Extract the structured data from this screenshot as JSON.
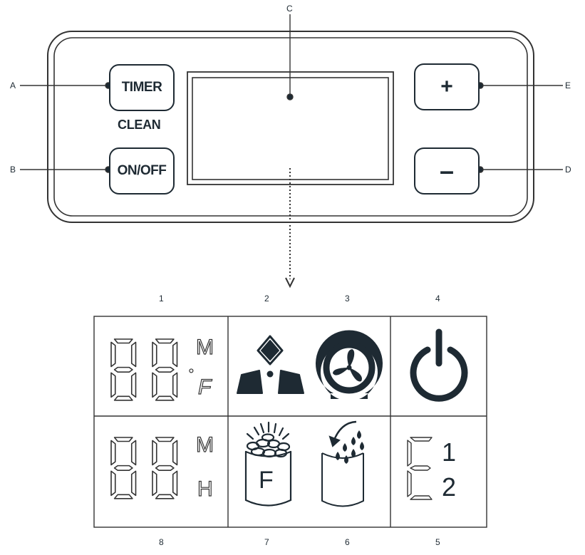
{
  "panel": {
    "timer_label": "TIMER",
    "clean_label": "CLEAN",
    "onoff_label": "ON/OFF",
    "plus_label": "+",
    "minus_label": "–"
  },
  "callouts": {
    "a": "A",
    "b": "B",
    "c": "C",
    "d": "D",
    "e": "E"
  },
  "display_grid": {
    "top_numbers": [
      "1",
      "2",
      "3",
      "4"
    ],
    "bottom_numbers": [
      "8",
      "7",
      "6",
      "5"
    ],
    "cell1": {
      "digits": "88",
      "unit_top": "M",
      "unit_bottom": "F",
      "degree": "°"
    },
    "cell8": {
      "digits": "88",
      "unit_top": "M",
      "unit_bottom": "H"
    },
    "cell7": {
      "letter": "F"
    },
    "cell5": {
      "error_letter": "E",
      "code_top": "1",
      "code_bottom": "2"
    },
    "icons": {
      "cell2": "triangle-blocks-icon",
      "cell3": "omega-fan-icon",
      "cell4": "power-icon",
      "cell7": "filter-cup-ice-icon",
      "cell6": "drain-refill-icon"
    }
  },
  "colors": {
    "ink": "#1e2a33",
    "line": "#333333"
  }
}
